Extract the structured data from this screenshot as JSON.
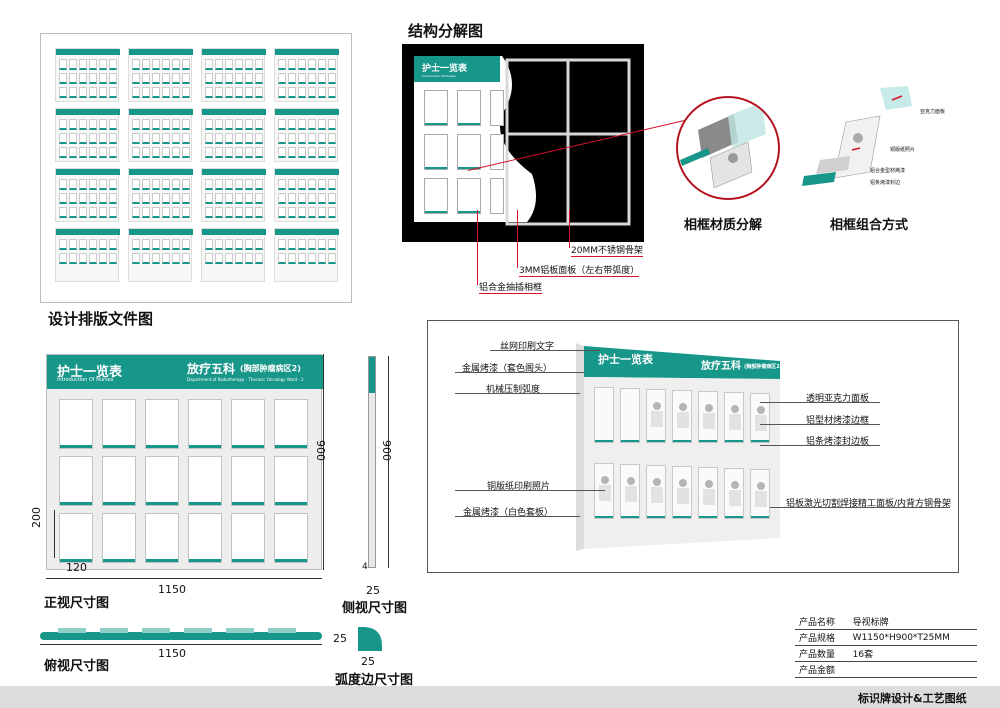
{
  "titles": {
    "structure": "结构分解图",
    "layout_file": "设计排版文件图",
    "frame_material": "相框材质分解",
    "frame_combo": "相框组合方式",
    "front_view": "正视尺寸图",
    "side_view": "侧视尺寸图",
    "top_view": "俯视尺寸图",
    "arc_view": "弧度边尺寸图"
  },
  "board": {
    "title": "护士一览表",
    "subtitle": "Introduction Of Nurses",
    "dept": "放疗五科",
    "dept_paren": "(胸部肿瘤病区2)",
    "dept_en": "Department of Radiotherapy - Thoracic Oncology Ward - 2"
  },
  "structure_callouts": {
    "steel_frame": "20MM不锈钢骨架",
    "aluminum_panel": "3MM铝板面板（左右带弧度）",
    "alloy_frame": "铝合金抽插相框"
  },
  "layer_labels": {
    "acrylic": "亚克力面板",
    "photo": "铜版纸照片",
    "alloy_paint": "铝合金型材烤漆",
    "strip_edge": "铝条烤漆封边"
  },
  "render_callouts": {
    "silk_print": "丝网印刷文字",
    "metal_paint_teal": "金属烤漆（套色阁头）",
    "press_arc": "机械压制弧度",
    "acrylic_panel": "透明亚克力面板",
    "alu_frame": "铝型材烤漆边框",
    "strip_seal": "铝条烤漆封边板",
    "photo_print": "铜版纸印刷照片",
    "metal_paint_white": "金属烤漆（白色套板）",
    "laser": "铝板激光切割焊接精工面板/内背方钢骨架"
  },
  "dimensions": {
    "height": "900",
    "width": "1150",
    "frame_h": "200",
    "frame_w": "120",
    "depth": "25",
    "side_small": "4",
    "arc_a": "25",
    "arc_b": "25"
  },
  "spec_table": [
    {
      "k": "产品名称",
      "v": "导视标牌"
    },
    {
      "k": "产品规格",
      "v": "W1150*H900*T25MM"
    },
    {
      "k": "产品数量",
      "v": "16套"
    },
    {
      "k": "产品金额",
      "v": ""
    }
  ],
  "footer": "标识牌设计&工艺图纸",
  "colors": {
    "accent": "#17968a",
    "alert": "#d6132a",
    "black": "#000000"
  }
}
